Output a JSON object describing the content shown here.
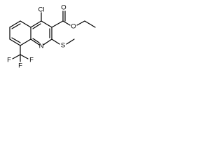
{
  "molecule": {
    "atoms": {
      "chlorine": "Cl",
      "ester_carbonyl_oxygen": "O",
      "ester_ether_oxygen": "O",
      "ring_nitrogen": "N",
      "sulfur": "S",
      "fluorine_1": "F",
      "fluorine_2": "F",
      "fluorine_3": "F"
    },
    "colors": {
      "bond": "#000000",
      "label": "#000000",
      "background": "#ffffff"
    }
  }
}
